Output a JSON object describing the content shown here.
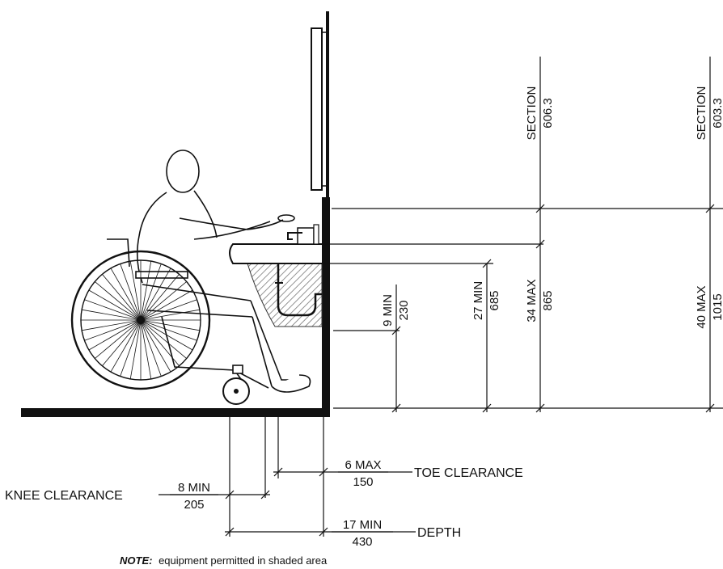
{
  "dimensions": {
    "knee_height_in": "9 MIN",
    "knee_height_mm": "230",
    "under_sink_in": "27 MIN",
    "under_sink_mm": "685",
    "rim_height_in": "34 MAX",
    "rim_height_mm": "865",
    "mirror_height_in": "40 MAX",
    "mirror_height_mm": "1015",
    "toe_in": "6 MAX",
    "toe_mm": "150",
    "knee_depth_in": "8 MIN",
    "knee_depth_mm": "205",
    "depth_in": "17 MIN",
    "depth_mm": "430"
  },
  "references": {
    "section_label": "SECTION",
    "section_a": "606.3",
    "section_b": "603.3"
  },
  "labels": {
    "toe_clearance": "TOE CLEARANCE",
    "knee_clearance": "KNEE CLEARANCE",
    "depth": "DEPTH"
  },
  "note": {
    "prefix": "NOTE:",
    "text": "equipment permitted in shaded area"
  }
}
